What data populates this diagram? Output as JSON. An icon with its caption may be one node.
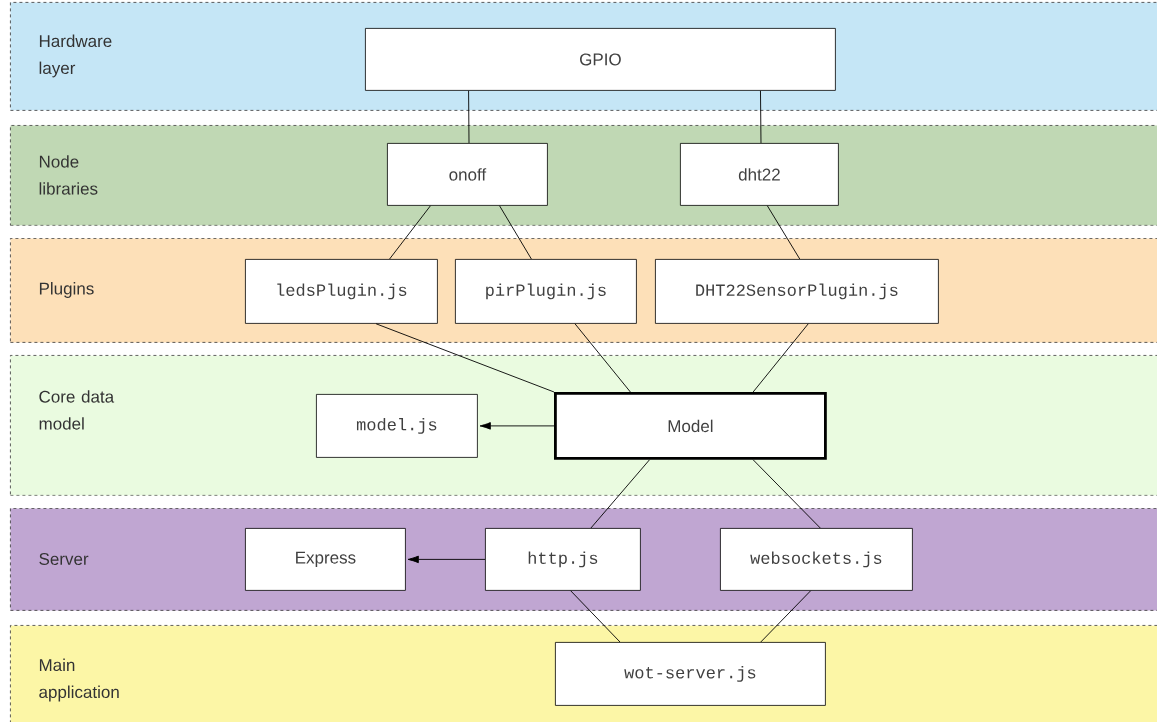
{
  "diagram": {
    "nodes": [
      {
        "text": [
          "Hardware layer"
        ]
      },
      {
        "text": [
          "GPIO"
        ],
        "in": 0
      },
      {
        "text": [
          "Node libraries"
        ]
      },
      {
        "text": [
          "onoff"
        ],
        "in": 2
      },
      {
        "text": [
          "dht22"
        ],
        "in": 2
      },
      {
        "text": [
          "Plugins"
        ]
      },
      {
        "text": [
          "ledsPlugin.js"
        ],
        "in": 5
      },
      {
        "text": [
          "pirPlugin.js"
        ],
        "in": 5
      },
      {
        "text": [
          "DHT22SensorPlugin.js"
        ],
        "in": 5
      },
      {
        "text": [
          "Core data model"
        ]
      },
      {
        "text": [
          "model.js"
        ],
        "in": 9
      },
      {
        "text": [
          "Model"
        ],
        "in": 9
      },
      {
        "text": [
          "Server"
        ]
      },
      {
        "text": [
          "Express"
        ],
        "in": 12
      },
      {
        "text": [
          "http.js"
        ],
        "in": 12
      },
      {
        "text": [
          "websockets.js"
        ],
        "in": 12
      },
      {
        "text": [
          "Main application"
        ]
      },
      {
        "text": [
          "wot-server.js"
        ],
        "in": 16
      }
    ],
    "edges": [
      {
        "from": 1,
        "to": 3,
        "arrow": "none"
      },
      {
        "from": 1,
        "to": 4,
        "arrow": "none"
      },
      {
        "from": 3,
        "to": 6,
        "arrow": "none"
      },
      {
        "from": 3,
        "to": 7,
        "arrow": "none"
      },
      {
        "from": 4,
        "to": 8,
        "arrow": "none"
      },
      {
        "from": 6,
        "to": 11,
        "arrow": "none"
      },
      {
        "from": 7,
        "to": 11,
        "arrow": "none"
      },
      {
        "from": 8,
        "to": 11,
        "arrow": "none"
      },
      {
        "from": 11,
        "to": 10,
        "arrow": "to"
      },
      {
        "from": 11,
        "to": 14,
        "arrow": "none"
      },
      {
        "from": 11,
        "to": 15,
        "arrow": "none"
      },
      {
        "from": 14,
        "to": 13,
        "arrow": "to"
      },
      {
        "from": 14,
        "to": 17,
        "arrow": "none"
      },
      {
        "from": 15,
        "to": 17,
        "arrow": "none"
      }
    ]
  }
}
